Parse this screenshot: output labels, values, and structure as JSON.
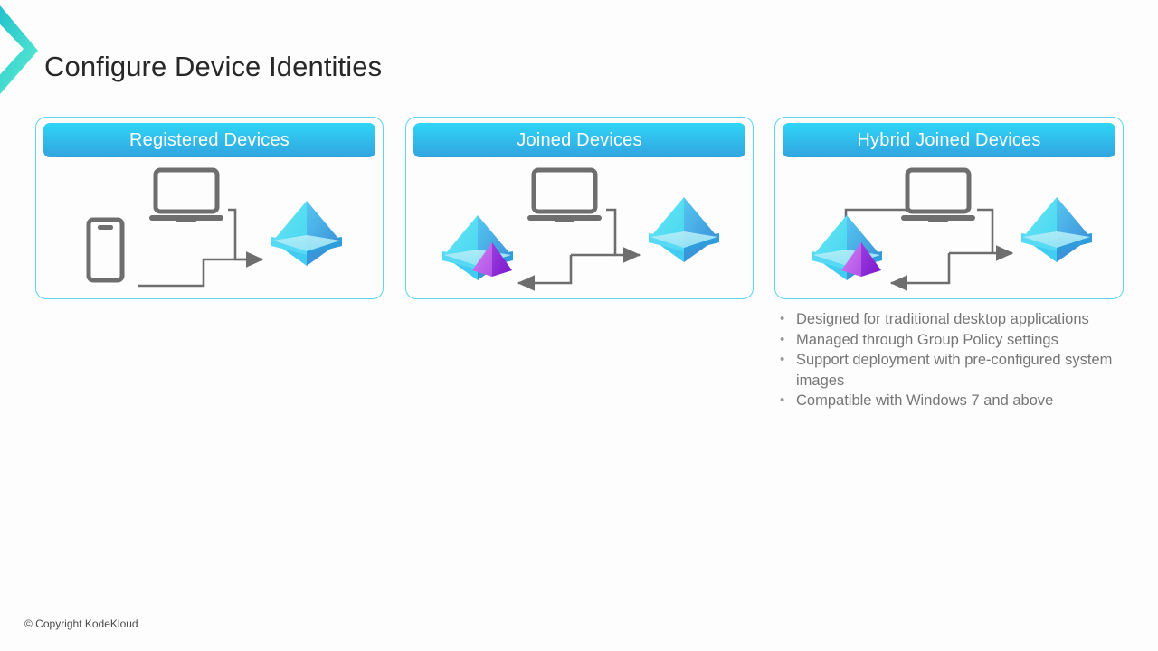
{
  "slide": {
    "title": "Configure Device Identities",
    "footer": "© Copyright KodeKloud",
    "accent_cyan": "#2fd6f6",
    "accent_blue": "#31a4df",
    "border_cyan": "#5fd3ef",
    "title_color": "#272727",
    "body_text_color": "#767676",
    "line_color": "#6e6e6e"
  },
  "decoration": {
    "chevron_icon": "chevron-right-icon",
    "gradient_from": "#16b6c8",
    "gradient_to": "#5ef0d2"
  },
  "cards": [
    {
      "id": "registered",
      "title": "Registered Devices",
      "icons": [
        "laptop-icon",
        "phone-icon",
        "azure-ad-pyramid-icon"
      ],
      "connector": "devices-to-azure-ad"
    },
    {
      "id": "joined",
      "title": "Joined Devices",
      "icons": [
        "laptop-icon",
        "hybrid-pyramid-icon",
        "azure-ad-pyramid-icon"
      ],
      "connector": "laptop-to-azure-ad-and-back"
    },
    {
      "id": "hybrid-joined",
      "title": "Hybrid Joined Devices",
      "icons": [
        "laptop-icon",
        "hybrid-pyramid-icon",
        "azure-ad-pyramid-icon"
      ],
      "connector": "laptop-to-both-directories"
    }
  ],
  "bullets": [
    {
      "marker": "•",
      "text": "Designed for traditional desktop applications"
    },
    {
      "marker": "•",
      "text": "Managed through Group Policy settings"
    },
    {
      "marker": "•",
      "text": "Support deployment with pre-configured system images"
    },
    {
      "marker": "•",
      "text": "Compatible with Windows 7 and above"
    }
  ]
}
